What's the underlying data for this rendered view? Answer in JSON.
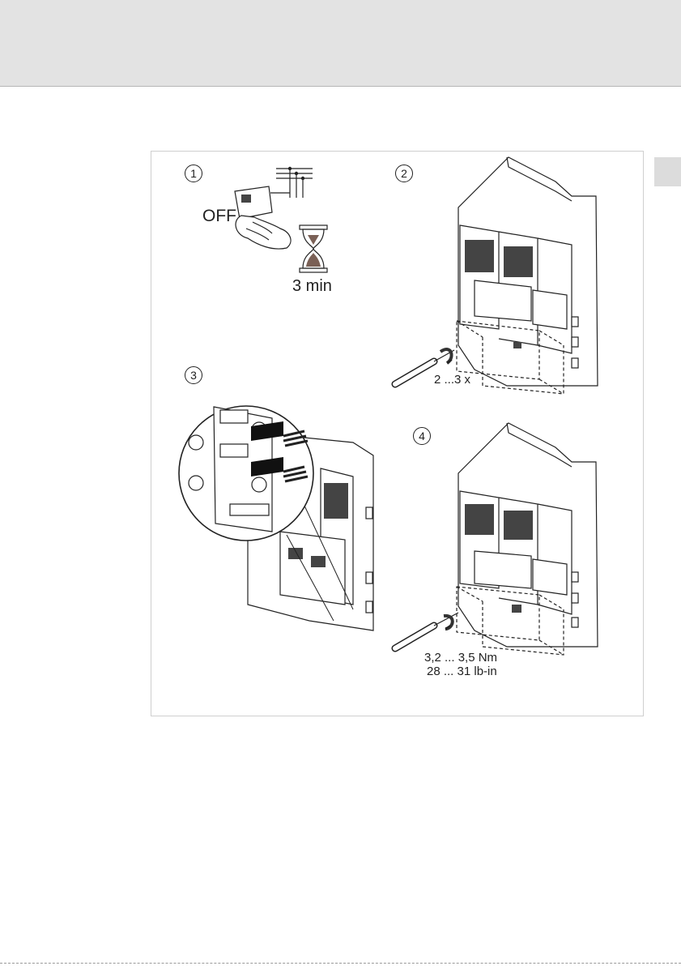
{
  "figure": {
    "steps": [
      {
        "number": "1",
        "switch_label": "OFF",
        "wait_label": "3 min"
      },
      {
        "number": "2",
        "repeat_label": "2 ...3 x"
      },
      {
        "number": "3"
      },
      {
        "number": "4",
        "torque_nm": "3,2 ... 3,5 Nm",
        "torque_lbin": "28 ... 31 lb-in"
      }
    ]
  }
}
